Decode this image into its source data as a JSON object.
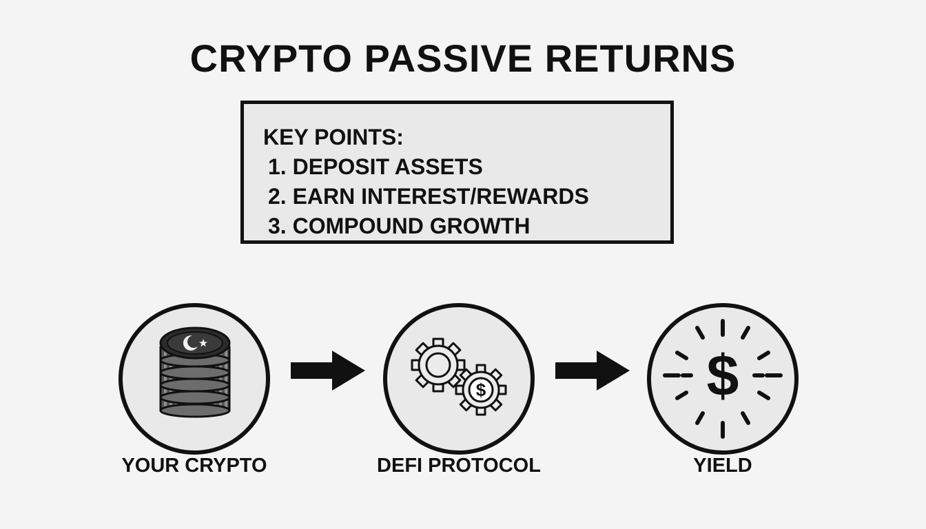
{
  "title": "CRYPTO PASSIVE RETURNS",
  "key_points": {
    "heading": "KEY POINTS:",
    "items": [
      "1. DEPOSIT ASSETS",
      "2. EARN INTEREST/REWARDS",
      "3. COMPOUND GROWTH"
    ]
  },
  "flow": {
    "steps": [
      {
        "label": "YOUR CRYPTO",
        "icon": "coin-stack-icon"
      },
      {
        "label": "DEFI PROTOCOL",
        "icon": "gears-dollar-icon"
      },
      {
        "label": "YIELD",
        "icon": "radiant-dollar-icon"
      }
    ],
    "connector_icon": "right-arrow-icon"
  },
  "colors": {
    "background": "#f4f4f4",
    "ink": "#111111",
    "panel": "#e9e9e9"
  }
}
